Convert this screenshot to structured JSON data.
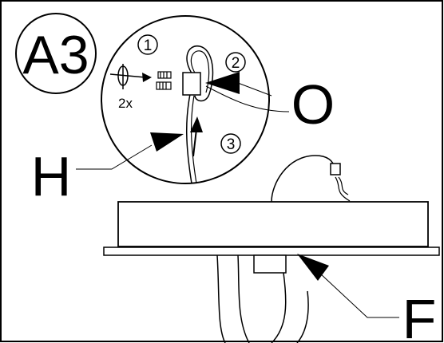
{
  "step": {
    "label": "A3"
  },
  "detail_steps": [
    "1",
    "2",
    "3"
  ],
  "screws": {
    "quantity": "2x"
  },
  "callouts": {
    "O": "O",
    "H": "H",
    "F": "F"
  },
  "colors": {
    "line": "#000000",
    "background": "#ffffff"
  }
}
